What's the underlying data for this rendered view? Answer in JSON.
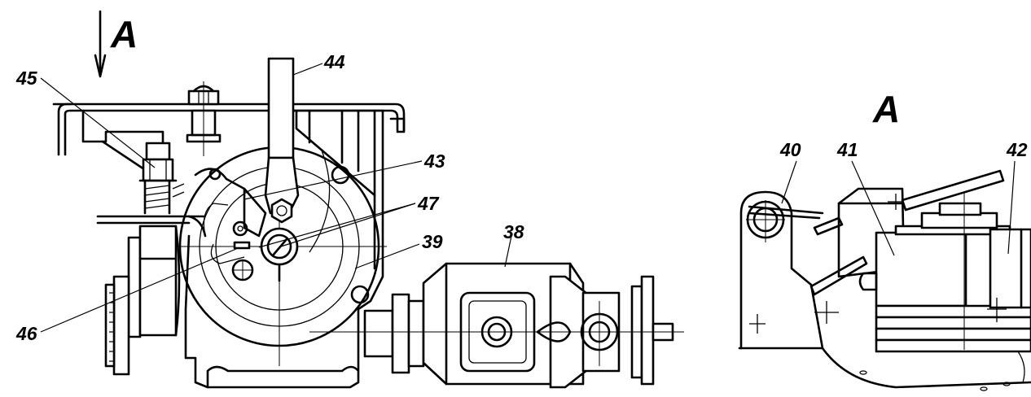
{
  "view_marker": "А",
  "view_title": "А",
  "labels": {
    "p38": "38",
    "p39": "39",
    "p40": "40",
    "p41": "41",
    "p42": "42",
    "p43": "43",
    "p44": "44",
    "p45": "45",
    "p46": "46",
    "p47": "47"
  }
}
